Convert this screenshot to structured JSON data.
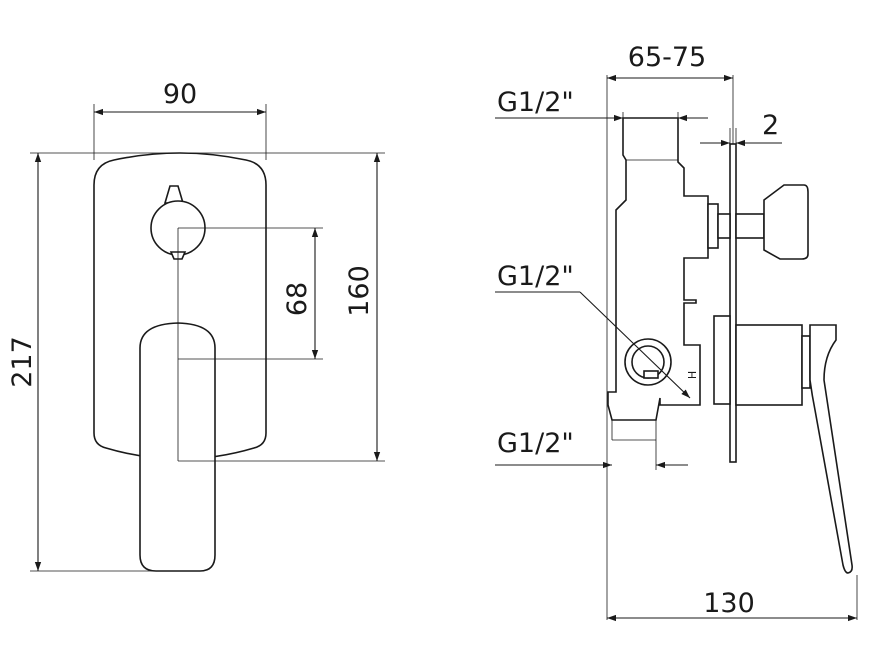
{
  "front_view": {
    "width_label": "90",
    "overall_height_label": "217",
    "plate_height_label": "160",
    "spacing_label": "68"
  },
  "side_view": {
    "depth_label": "65-75",
    "plate_thickness_label": "2",
    "connection_top_label": "G1/2\"",
    "connection_middle_label": "G1/2\"",
    "connection_bottom_label": "G1/2\"",
    "total_depth_label": "130",
    "hot_marker": "H"
  }
}
